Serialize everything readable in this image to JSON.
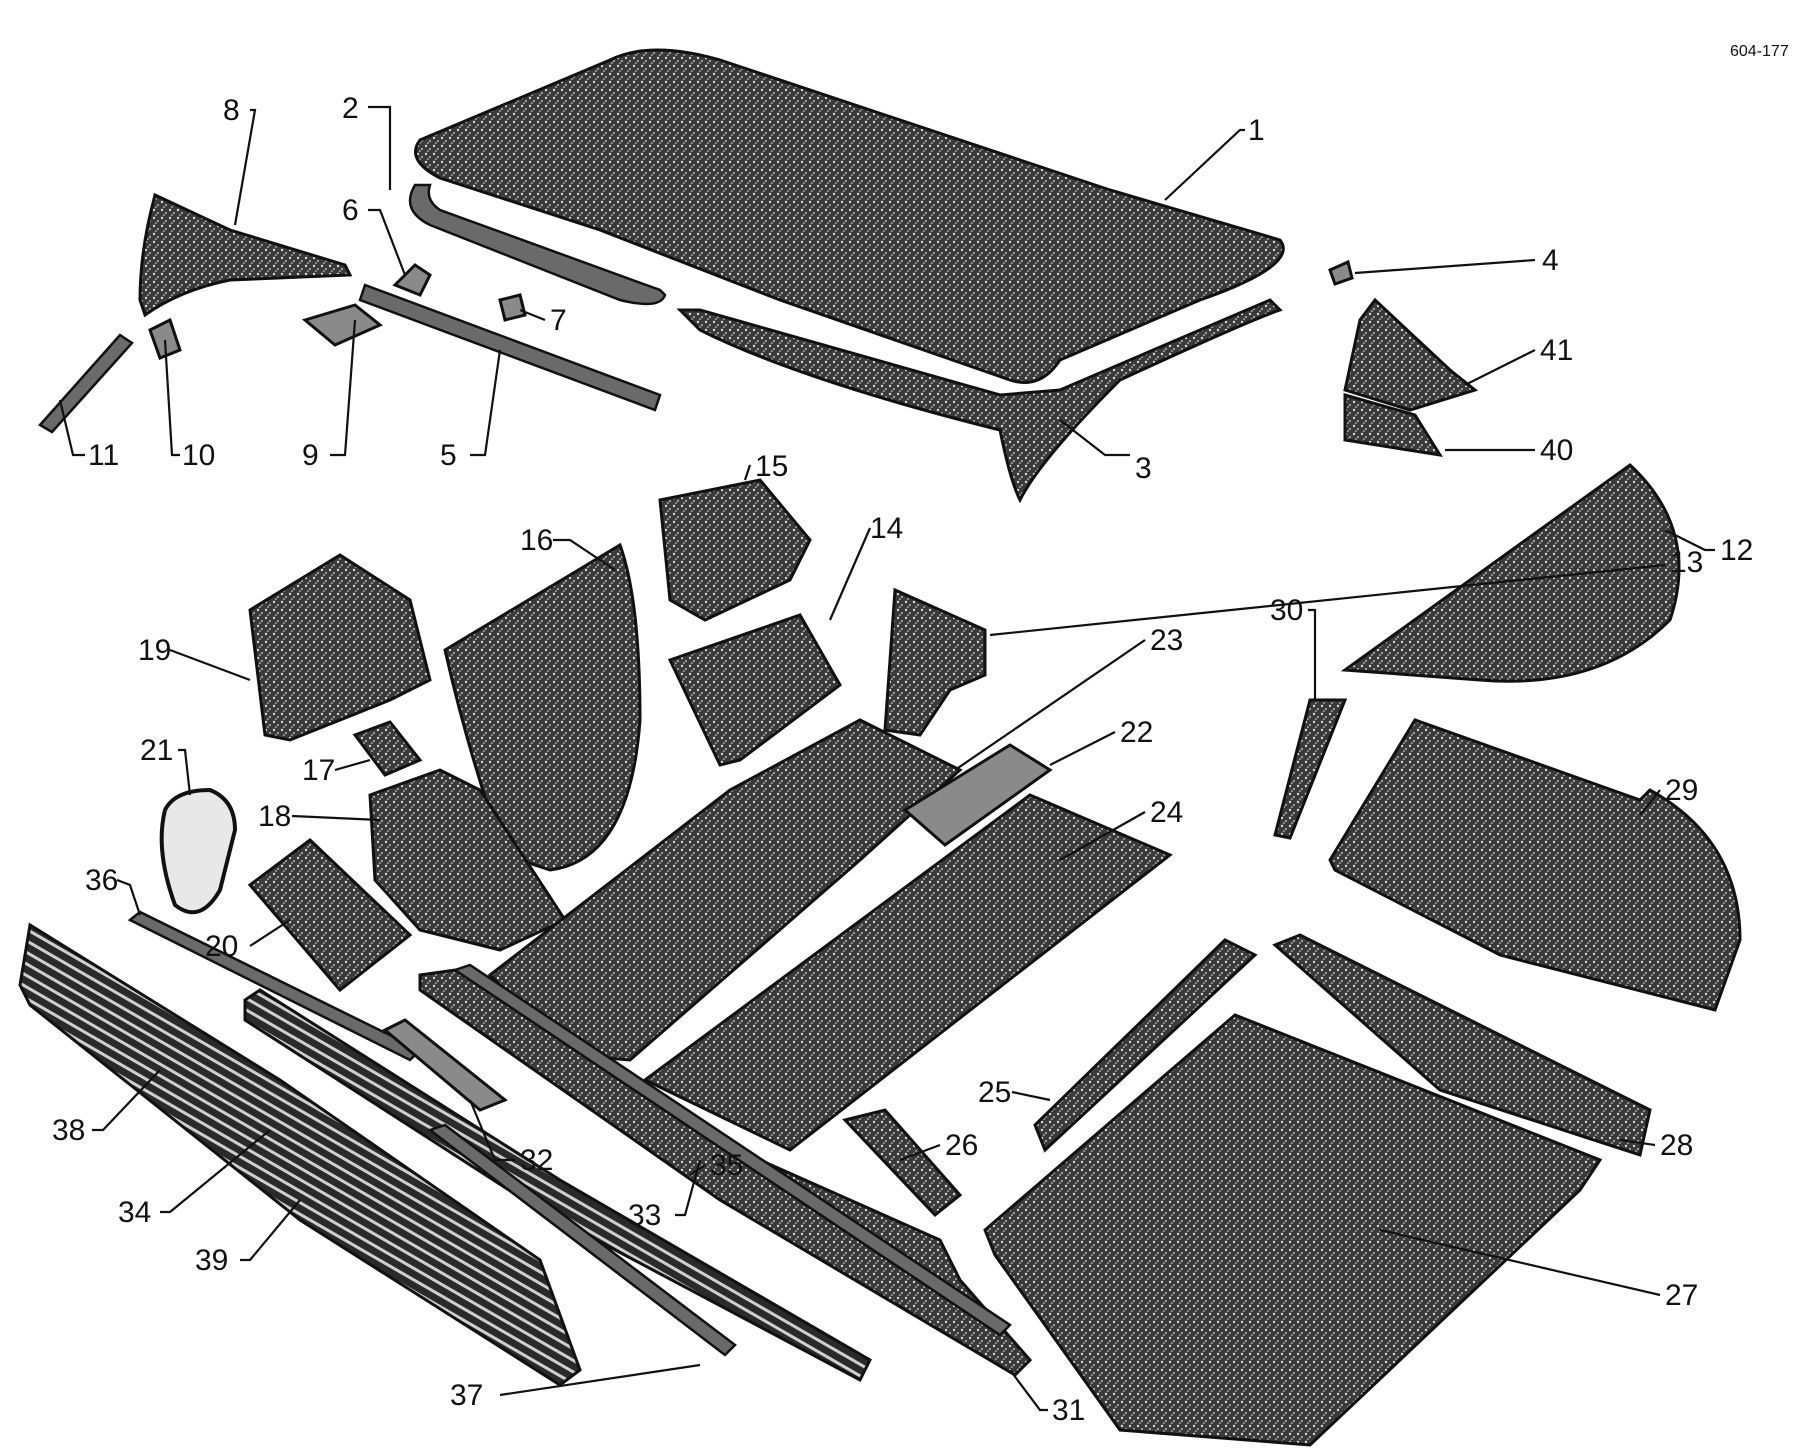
{
  "diagram": {
    "reference_code": "604-177",
    "callouts": [
      "1",
      "2",
      "3",
      "4",
      "5",
      "6",
      "7",
      "8",
      "9",
      "10",
      "11",
      "12",
      "13",
      "14",
      "15",
      "16",
      "17",
      "18",
      "19",
      "20",
      "21",
      "22",
      "23",
      "24",
      "25",
      "26",
      "27",
      "28",
      "29",
      "30",
      "31",
      "32",
      "33",
      "34",
      "35",
      "36",
      "37",
      "38",
      "39",
      "40",
      "41"
    ]
  },
  "colors": {
    "ink": "#111111",
    "felt_dark": "#4a4a4a",
    "felt_light": "#8a8a8a",
    "background": "#ffffff"
  }
}
